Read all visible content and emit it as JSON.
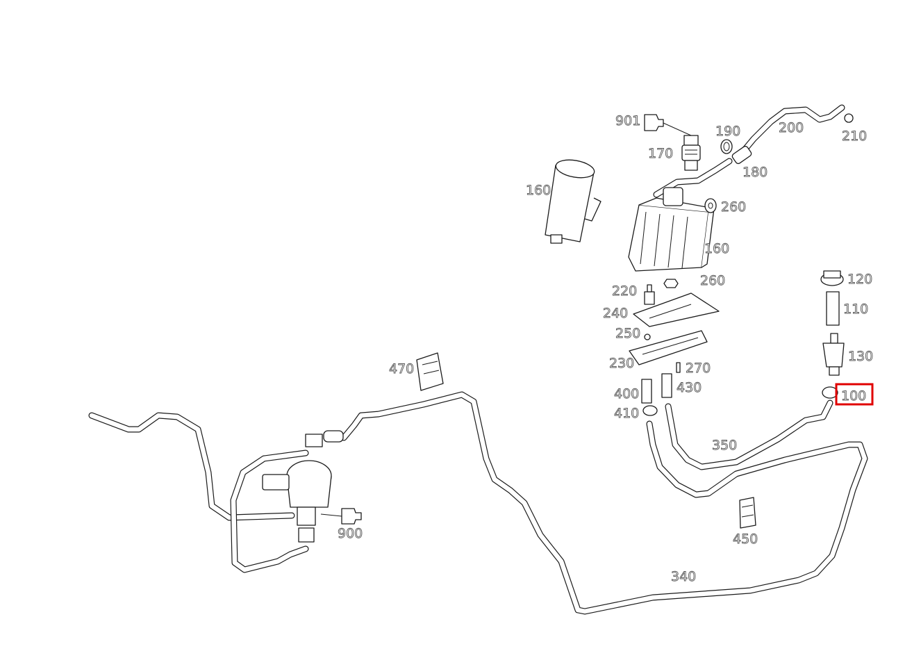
{
  "diagram": {
    "callouts": {
      "c901": "901",
      "c190": "190",
      "c200": "200",
      "c210": "210",
      "c170": "170",
      "c180": "180",
      "c160a": "160",
      "c260a": "260",
      "c160b": "160",
      "c220": "220",
      "c260b": "260",
      "c120": "120",
      "c240": "240",
      "c110": "110",
      "c250": "250",
      "c130": "130",
      "c230": "230",
      "c270": "270",
      "c470": "470",
      "c400": "400",
      "c430": "430",
      "c100": "100",
      "c410": "410",
      "c350": "350",
      "c450": "450",
      "c900": "900",
      "c340": "340"
    },
    "highlighted_callout": "100",
    "highlight_color": "#e00000"
  }
}
